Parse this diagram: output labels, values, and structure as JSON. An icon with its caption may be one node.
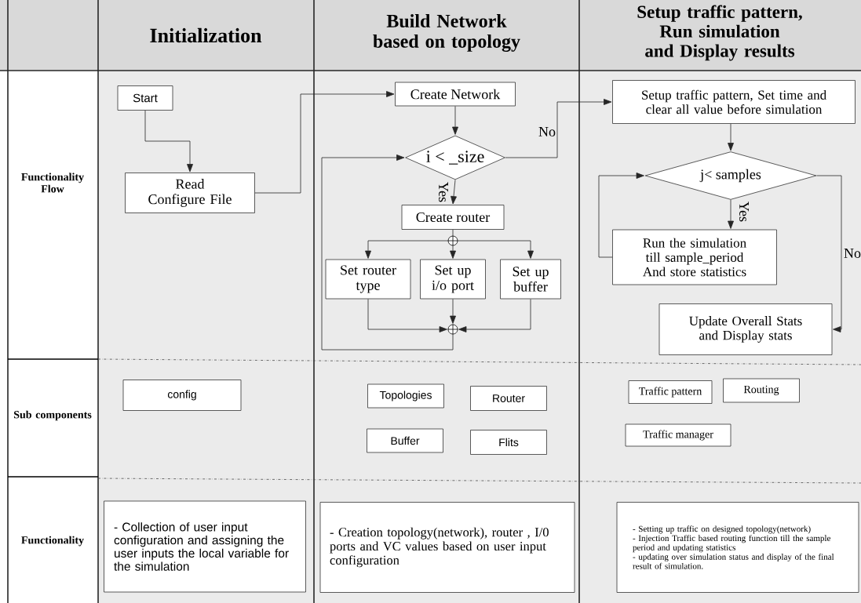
{
  "diagram": {
    "nodes": [
      {
        "text": [
          "Start"
        ]
      },
      {
        "text": [
          "Read Configure File"
        ]
      },
      {
        "text": [
          "Create Network"
        ]
      },
      {
        "text": [
          "i < _size"
        ]
      },
      {
        "text": [
          "Create router"
        ]
      },
      {
        "text": [
          "Set router type"
        ]
      },
      {
        "text": [
          "Set up i/o port"
        ]
      },
      {
        "text": [
          "Set up buffer"
        ]
      },
      {
        "text": [],
        "shape": "circle"
      },
      {
        "text": [],
        "shape": "circle"
      },
      {
        "text": [
          "Setup traffic pattern, Set time and clear all value before simulation"
        ]
      },
      {
        "text": [
          "j< samples"
        ]
      },
      {
        "text": [
          "Run the simulation till sample_period And store statistics"
        ]
      },
      {
        "text": [
          "Update Overall Stats and Display stats"
        ]
      },
      {
        "text": [
          "config"
        ]
      },
      {
        "text": [
          "Topologies"
        ]
      },
      {
        "text": [
          "Router"
        ]
      },
      {
        "text": [
          "Buffer"
        ]
      },
      {
        "text": [
          "Flits"
        ]
      },
      {
        "text": [
          "Traffic pattern"
        ]
      },
      {
        "text": [
          "Routing"
        ]
      },
      {
        "text": [
          "Traffic manager"
        ]
      },
      {
        "text": [
          "- Collection of user input configuration and assigning the user inputs the local variable for the simulation"
        ]
      },
      {
        "text": [
          "- Creation topology(network), router , I/0 ports and VC values based on user input configuration"
        ]
      },
      {
        "text": [
          "- Setting up traffic on designed topology(network)",
          "- Injection Traffic based routing function till the sample period and updating statistics",
          "- updating over simulation status and display of the final result of simulation."
        ]
      }
    ],
    "edges": [
      {
        "from": 0,
        "to": 1,
        "arrow": "to"
      },
      {
        "from": 1,
        "to": 2,
        "arrow": "to"
      },
      {
        "from": 2,
        "to": 3,
        "arrow": "to"
      },
      {
        "from": 3,
        "to": 4,
        "arrow": "to",
        "label": "Yes"
      },
      {
        "from": 3,
        "to": 10,
        "arrow": "to",
        "label": "No"
      },
      {
        "from": 4,
        "to": 8,
        "arrow": "none"
      },
      {
        "from": 8,
        "to": 5,
        "arrow": "to"
      },
      {
        "from": 8,
        "to": 6,
        "arrow": "to"
      },
      {
        "from": 8,
        "to": 7,
        "arrow": "to"
      },
      {
        "from": 5,
        "to": 9,
        "arrow": "to"
      },
      {
        "from": 6,
        "to": 9,
        "arrow": "to"
      },
      {
        "from": 7,
        "to": 9,
        "arrow": "to"
      },
      {
        "from": 9,
        "to": 3,
        "arrow": "to"
      },
      {
        "from": 10,
        "to": 11,
        "arrow": "to"
      },
      {
        "from": 11,
        "to": 12,
        "arrow": "to",
        "label": "Yes"
      },
      {
        "from": 12,
        "to": 11,
        "arrow": "to"
      },
      {
        "from": 11,
        "to": 13,
        "arrow": "to",
        "label": "No"
      }
    ],
    "labels": [
      "Initialization",
      "Build Network based on topology",
      "Setup traffic pattern, Run simulation and Display results",
      "Functionality Flow",
      "Sub components",
      "Functionality"
    ]
  }
}
